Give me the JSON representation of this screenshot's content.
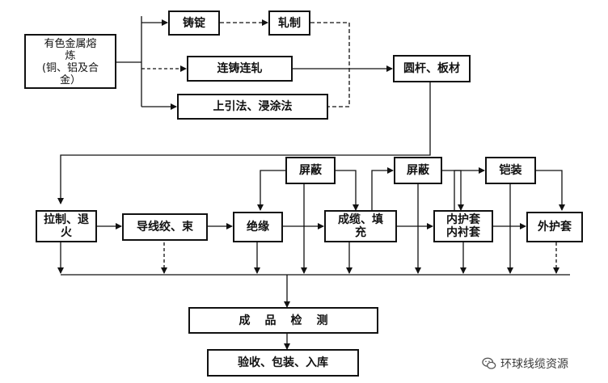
{
  "diagram": {
    "source": {
      "line1": "有色金属熔",
      "line2": "炼",
      "line3": "(铜、铝及合",
      "line4": "金）"
    },
    "zhuding": "铸锭",
    "zhazhi": "轧制",
    "liangzhu": "连铸连轧",
    "yuangan": "圆杆、板材",
    "shangyin": "上引法、浸涂法",
    "lazhi": {
      "line1": "拉制、退",
      "line2": "火"
    },
    "daoxian": "导线绞、束",
    "jueyuan": "绝缘",
    "pingbi1": "屏蔽",
    "chenglan": {
      "line1": "成缆、填",
      "line2": "充"
    },
    "pingbi2": "屏蔽",
    "neihu": {
      "line1": "内护套",
      "line2": "内衬套"
    },
    "kaizhuang": "铠装",
    "waihu": "外护套",
    "jiance": "成品检测",
    "yanshou": "验收、包装、入库"
  },
  "watermark": {
    "text": "环球线缆资源",
    "icon": "wechat-icon"
  }
}
